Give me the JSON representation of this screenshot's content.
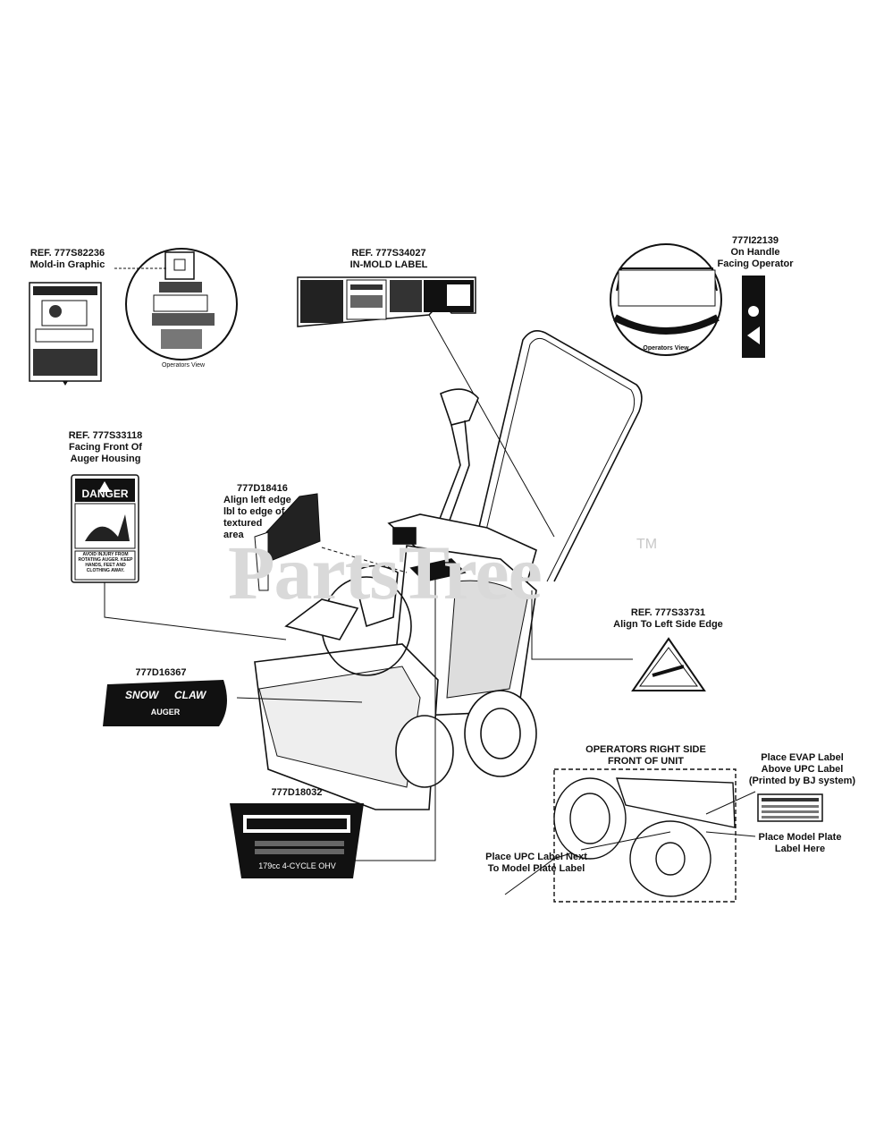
{
  "watermark": {
    "text": "PartsTree",
    "tm": "TM"
  },
  "callouts": {
    "ref_82236": {
      "line1": "REF. 777S82236",
      "line2": "Mold-in Graphic",
      "view": "Operators View"
    },
    "ref_34027": {
      "line1": "REF. 777S34027",
      "line2": "IN-MOLD LABEL"
    },
    "ref_22139": {
      "line1": "777I22139",
      "line2": "On Handle",
      "line3": "Facing Operator",
      "view": "Operators View"
    },
    "ref_33118": {
      "line1": "REF. 777S33118",
      "line2": "Facing Front Of",
      "line3": "Auger Housing"
    },
    "ref_18416": {
      "line1": "777D18416",
      "line2": "Align left edge",
      "line3": "lbl to edge of",
      "line4": "textured",
      "line5": "area"
    },
    "ref_33731": {
      "line1": "REF. 777S33731",
      "line2": "Align To Left Side Edge"
    },
    "ref_16367": {
      "line1": "777D16367"
    },
    "ref_18032": {
      "line1": "777D18032",
      "engine": "179cc 4-CYCLE OHV"
    },
    "right_side": {
      "line1": "OPERATORS RIGHT SIDE",
      "line2": "FRONT OF UNIT"
    },
    "evap": {
      "line1": "Place EVAP Label",
      "line2": "Above UPC Label",
      "line3": "(Printed by BJ system)"
    },
    "model_plate": {
      "line1": "Place Model Plate",
      "line2": "Label Here"
    },
    "upc": {
      "line1": "Place UPC Label Next",
      "line2": "To Model Plate Label"
    }
  },
  "labels": {
    "danger": {
      "title": "DANGER",
      "text": "AVOID INJURY FROM ROTATING AUGER. KEEP HANDS, FEET AND CLOTHING AWAY."
    },
    "snow_claw": {
      "word1": "SNOW",
      "word2": "CLAW",
      "sub": "AUGER"
    }
  }
}
